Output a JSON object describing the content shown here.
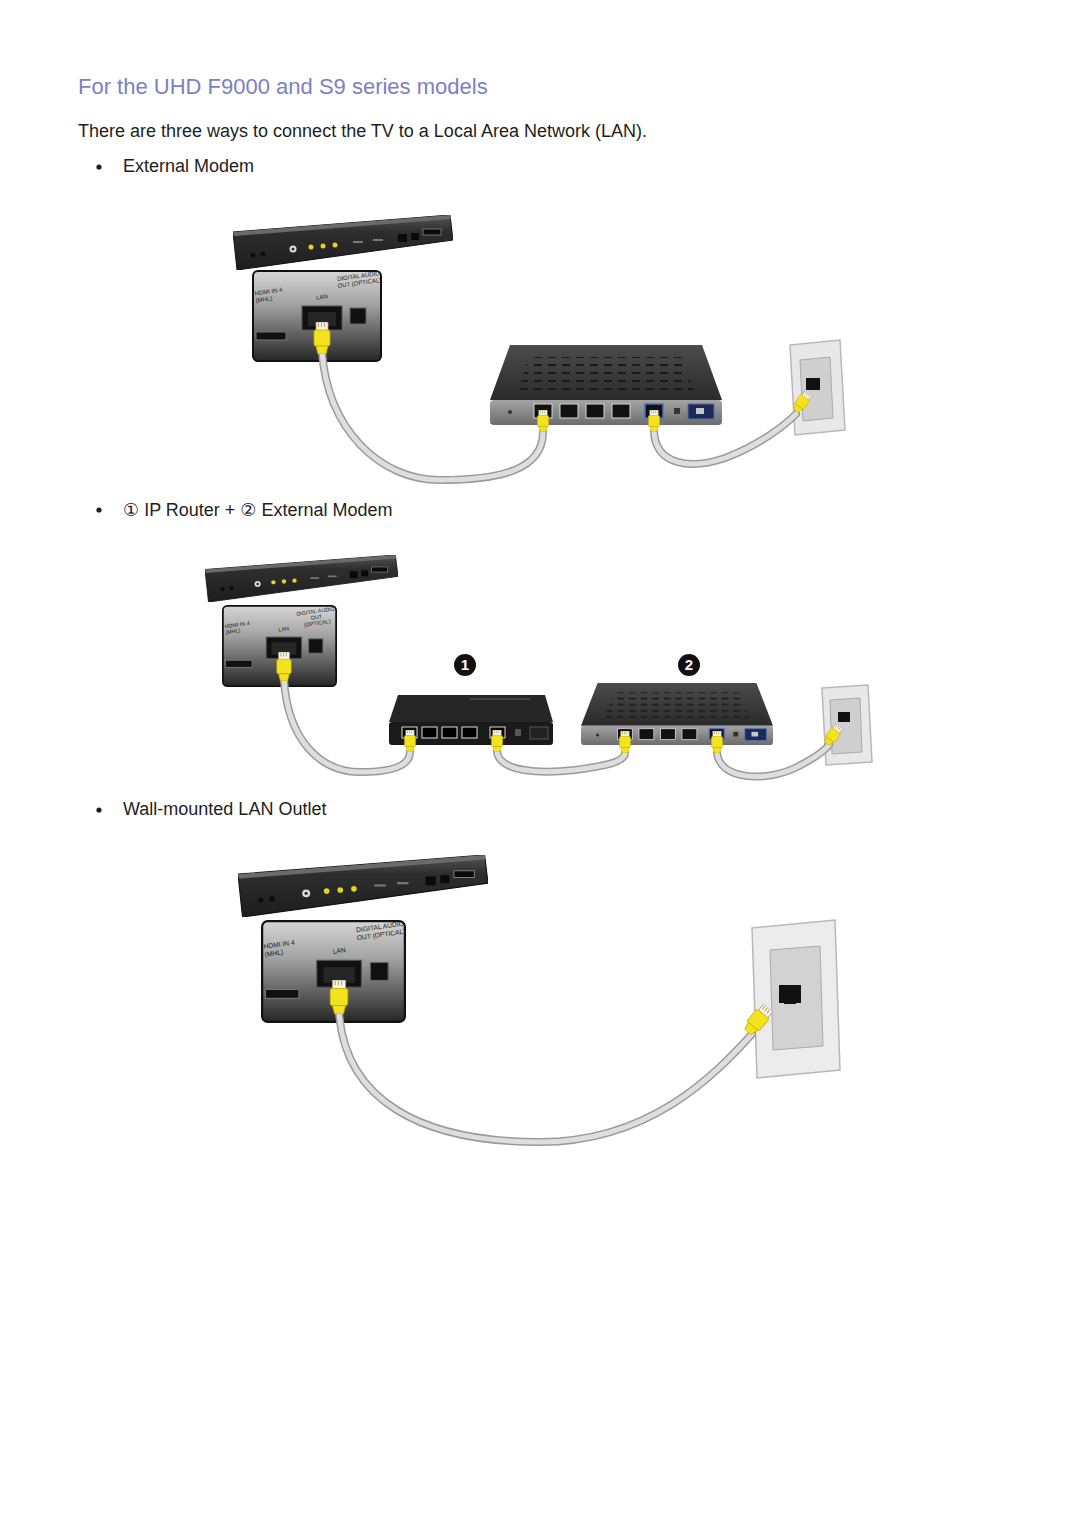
{
  "diagram": {
    "title": "For the UHD F9000 and S9 series models",
    "labels": [
      "There are three ways to connect the TV to a Local Area Network (LAN).",
      "External Modem",
      "HDMI IN 4 (MHL)",
      "LAN",
      "DIGITAL AUDIO OUT (OPTICAL)",
      "① IP Router + ② External Modem",
      "HDMI IN 4 (MHL)",
      "LAN",
      "DIGITAL AUDIO OUT (OPTICAL)",
      "1",
      "2",
      "Wall-mounted LAN Outlet",
      "HDMI IN 4 (MHL)",
      "LAN",
      "DIGITAL AUDIO OUT (OPTICAL)"
    ]
  }
}
